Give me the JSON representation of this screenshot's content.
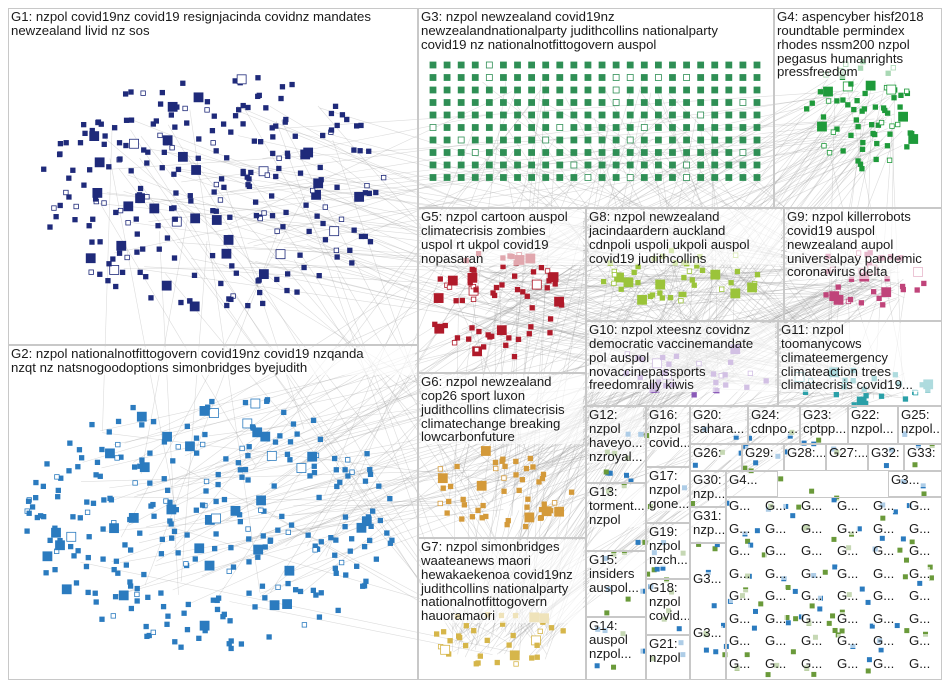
{
  "colors": {
    "edge": "#9a9a9a",
    "frame": "#c8c8c8",
    "G1": "#1f2a7a",
    "G2": "#2b7bbf",
    "G3": "#2f8f55",
    "G4": "#1e9a3a",
    "G5": "#b01a2a",
    "G6": "#d49a3a",
    "G7": "#d6b64a",
    "G8": "#9bc43a",
    "G9": "#c0447a",
    "G10": "#8a5ab8",
    "G11": "#2aa0a8",
    "G_small": "#6a9a3a"
  },
  "groups": [
    {
      "id": "G1",
      "label": "G1: nzpol covid19nz covid19 resignjacinda covidnz mandates\nnewzealand livid nz sos"
    },
    {
      "id": "G2",
      "label": "G2: nzpol nationalnotfittogovern covid19nz covid19 nzqanda\nnzqt nz natsnogoodoptions simonbridges byejudith"
    },
    {
      "id": "G3",
      "label": "G3: nzpol newzealand covid19nz\nnewzealandnationalparty judithcollins nationalparty\ncovid19 nz nationalnotfittogovern auspol"
    },
    {
      "id": "G4",
      "label": "G4: aspencyber hisf2018\nroundtable permindex\nrhodes nssm200 nzpol\npegasus humanrights\npressfreedom"
    },
    {
      "id": "G5",
      "label": "G5: nzpol cartoon auspol\nclimatecrisis zombies\nuspol rt ukpol covid19\nnopasaran"
    },
    {
      "id": "G6",
      "label": "G6: nzpol newzealand\ncop26 sport luxon\njudithcollins climatecrisis\nclimatechange breaking\nlowcarbonfuture"
    },
    {
      "id": "G7",
      "label": "G7: nzpol simonbridges\nwaateanews maori\nhewakaekenoa covid19nz\njudithcollins nationalparty\nnationalnotfittogovern\nhauoramaori"
    },
    {
      "id": "G8",
      "label": "G8: nzpol newzealand\njacindaardern auckland\ncdnpoli uspoli ukpoli auspol\ncovid19 judithcollins"
    },
    {
      "id": "G9",
      "label": "G9: nzpol killerrobots\ncovid19 auspol\nnewzealand aupol\nuniversalpay pandemic\ncoronavirus delta"
    },
    {
      "id": "G10",
      "label": "G10: nzpol xteesnz covidnz\ndemocratic vaccinemandate\npol auspol\nnovaccinepassports\nfreedomrally kiwis"
    },
    {
      "id": "G11",
      "label": "G11: nzpol\ntoomanycows\nclimateemergency\nclimateaction trees\nclimatecrisis covid19..."
    },
    {
      "id": "G12",
      "label": "G12:\nnzpol\nhaveyo...\nnzroyal..."
    },
    {
      "id": "G16",
      "label": "G16:\nnzpol\ncovid..."
    },
    {
      "id": "G20",
      "label": "G20:\nsahara..."
    },
    {
      "id": "G24",
      "label": "G24:\ncdnpo..."
    },
    {
      "id": "G23",
      "label": "G23:\ncptpp..."
    },
    {
      "id": "G22",
      "label": "G22:\nnzpol..."
    },
    {
      "id": "G25",
      "label": "G25:\nnzpol..."
    },
    {
      "id": "G26",
      "label": "G26:"
    },
    {
      "id": "G29",
      "label": "G29:"
    },
    {
      "id": "G28",
      "label": "G28:..."
    },
    {
      "id": "G27",
      "label": "G27:..."
    },
    {
      "id": "G32",
      "label": "G32:"
    },
    {
      "id": "G33",
      "label": "G33:"
    },
    {
      "id": "G17",
      "label": "G17:\nnzpol\ngone..."
    },
    {
      "id": "G13",
      "label": "G13:\ntorment...\nnzpol"
    },
    {
      "id": "G30",
      "label": "G30:\nnzp..."
    },
    {
      "id": "G4b",
      "label": "G4..."
    },
    {
      "id": "G3b",
      "label": "G3..."
    },
    {
      "id": "G31",
      "label": "G31:\nnzp..."
    },
    {
      "id": "G19",
      "label": "G19:\nnzpol\nnzch..."
    },
    {
      "id": "G15",
      "label": "G15:\ninsiders\nauspol..."
    },
    {
      "id": "G18",
      "label": "G18:\nnzpol\ncovid..."
    },
    {
      "id": "G14",
      "label": "G14:\nauspol\nnzpol..."
    },
    {
      "id": "G21",
      "label": "G21:\nnzpol"
    }
  ],
  "tiny_labels": [
    "G...",
    "G3...",
    "G3..."
  ]
}
